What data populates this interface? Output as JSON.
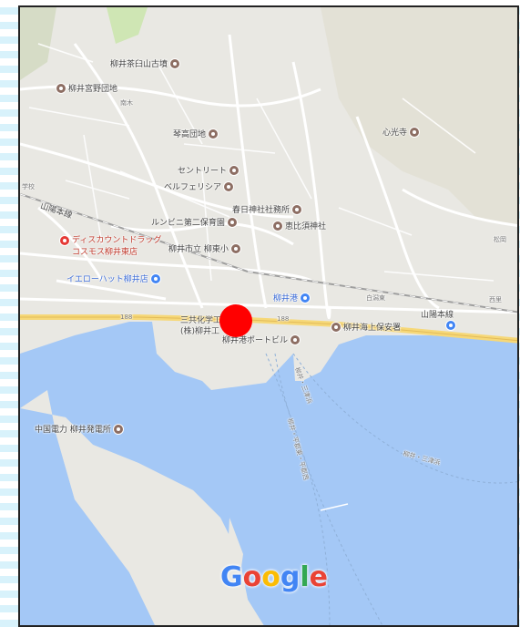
{
  "map": {
    "labels": {
      "shiratori": "柳井茶臼山古墳",
      "miyanodanchi": "柳井宮野団地",
      "kotakadanchi": "琴高団地",
      "centlight": "セントリート",
      "belfelicia": "ベルフェリシア",
      "kasuga": "春日神社社務所",
      "lumbini": "ルンビニ第二保育園",
      "ebisu": "恵比須神社",
      "higashi_school": "柳井市立 柳東小",
      "drugstore_l1": "ディスカウントドラッグ",
      "drugstore_l2": "コスモス柳井東店",
      "yellowhat": "イエローハット柳井店",
      "shinkoji": "心光寺",
      "yanai_station": "柳井港",
      "sanyo_line_left": "山陽本線",
      "sanyo_line_right": "山陽本線",
      "sankyo": "三共化学工業",
      "yanai_port": "(株)柳井工",
      "portbill": "柳井港ポートビル",
      "coastguard": "柳井海上保安署",
      "chugoku": "中国電力 柳井発電所",
      "ferry_1": "柳井・三津浜",
      "ferry_2": "柳井・平郡東・平郡西",
      "ferry_3": "柳井・三津浜",
      "route_188a": "188",
      "route_188b": "188",
      "school": "学校",
      "matsugaoka": "松岡",
      "minami": "南木",
      "sawaga": "白潟東",
      "nishi": "西里"
    },
    "logo": {
      "G": "G",
      "o1": "o",
      "o2": "o",
      "g": "g",
      "l": "l",
      "e": "e"
    },
    "colors": {
      "land": "#e9e8e3",
      "water": "#a4c8f6",
      "road": "#ffffff",
      "highway": "#f6d878",
      "green": "#cfe6b4",
      "marker": "#ff0000"
    }
  }
}
